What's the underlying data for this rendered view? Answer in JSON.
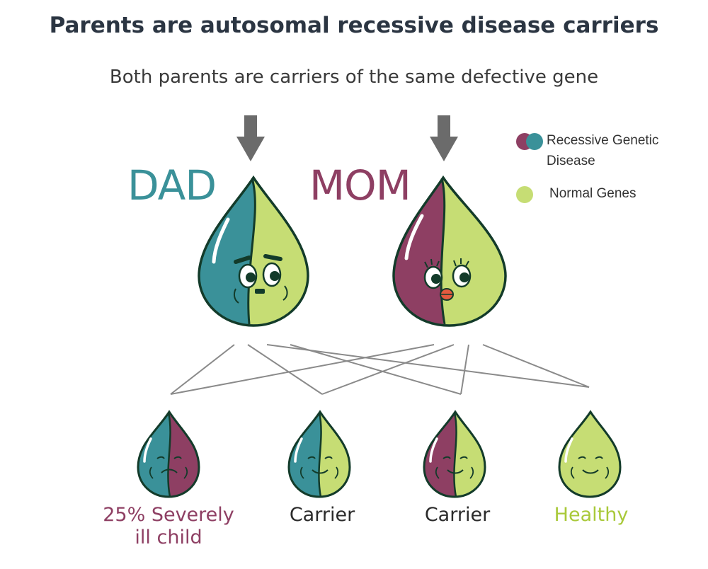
{
  "header": {
    "title": "Parents are autosomal recessive disease carriers",
    "subtitle": "Both parents are carriers of the same defective gene"
  },
  "parents": {
    "dad_label": "DAD",
    "mom_label": "MOM"
  },
  "legend": {
    "recessive_line1": "Recessive Genetic",
    "recessive_line2": "Disease",
    "normal": "Normal Genes"
  },
  "children": {
    "severe_line1": "25% Severely",
    "severe_line2": "ill child",
    "carrier_1": "Carrier",
    "carrier_2": "Carrier",
    "healthy": "Healthy"
  },
  "colors": {
    "teal": "#3a9199",
    "plum": "#8e3f63",
    "green": "#c6dd74",
    "outline": "#133b2a",
    "arrow": "#6b6b6b",
    "title": "#2b3542"
  }
}
